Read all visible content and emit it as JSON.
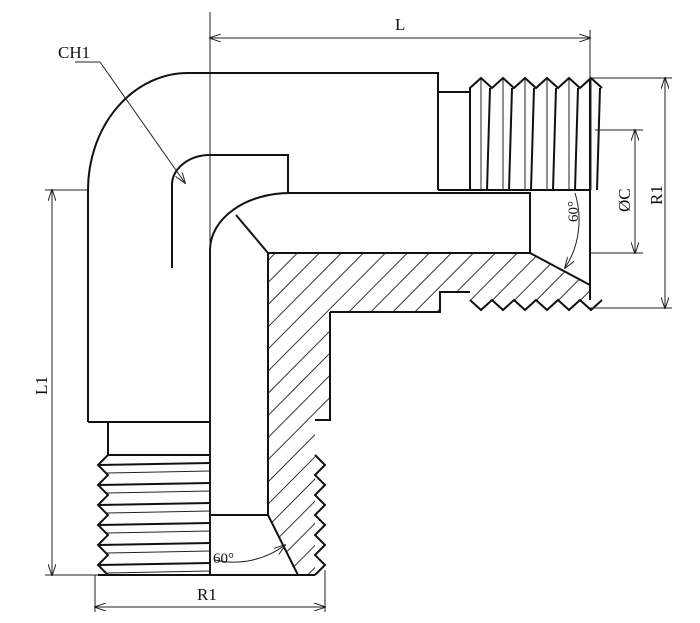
{
  "drawing": {
    "title": "90° elbow fitting (male thread both ends)",
    "labels": {
      "length": "L",
      "chamfer": "CH1",
      "bore_diameter": "ØC",
      "thread_right": "R1",
      "angle_right": "60°",
      "height": "L1",
      "angle_bottom": "60°",
      "thread_bottom": "R1"
    },
    "colors": {
      "line": "#111111",
      "background": "#ffffff"
    }
  }
}
